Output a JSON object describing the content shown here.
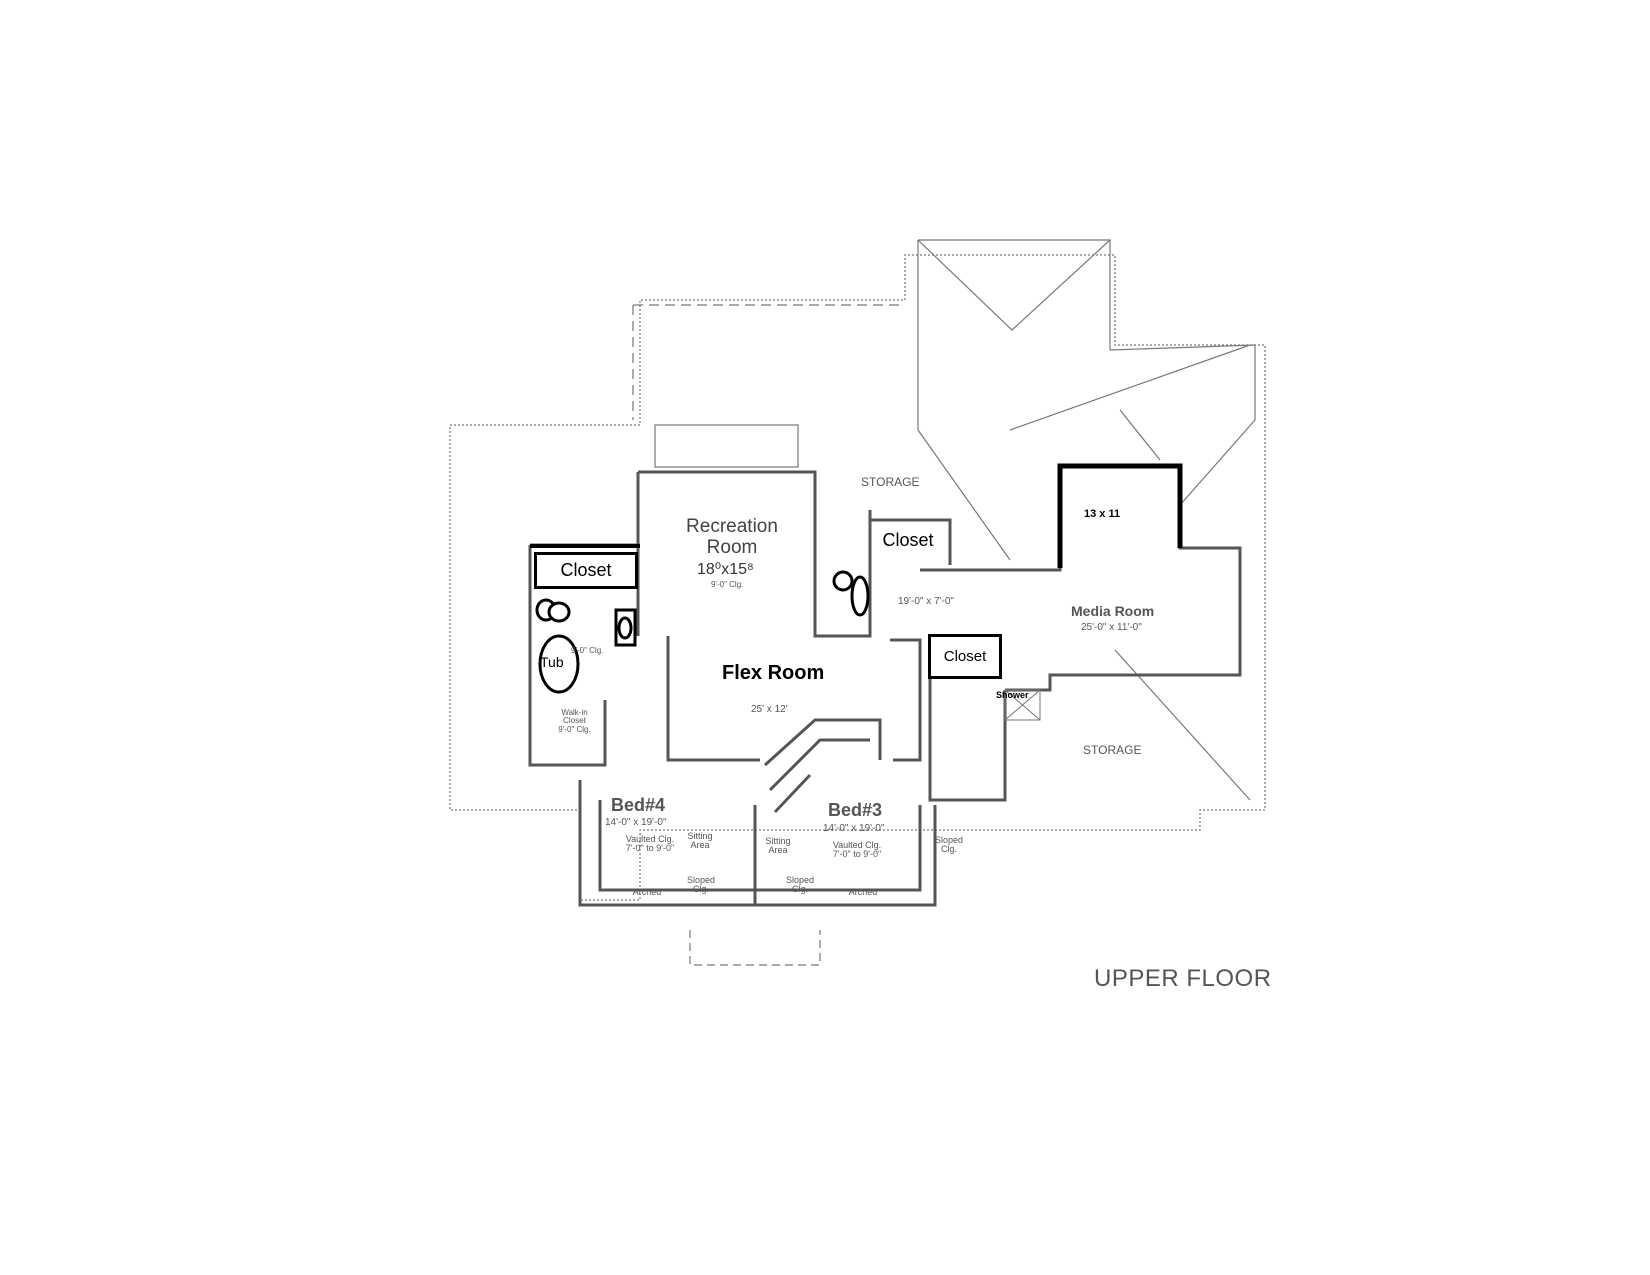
{
  "floor_title": "UPPER FLOOR",
  "rooms": {
    "recreation": {
      "name": "Recreation\nRoom",
      "dims": "18⁰x15⁸",
      "clg": "9'-0\" Clg."
    },
    "flex": {
      "name": "Flex Room",
      "dims": "25' x 12'"
    },
    "media": {
      "name": "Media Room",
      "dims": "25'-0\" x 11'-0\""
    },
    "added_room": {
      "dims": "13 x 11"
    },
    "hall_closet": {
      "dims": "19'-0\" x 7'-0\""
    },
    "bed4": {
      "name": "Bed#4",
      "dims": "14'-0\" x 19'-0\"",
      "clg": "Vaulted Clg.\n7'-0\" to 9'-0\"",
      "sitting": "Sitting\nArea"
    },
    "bed3": {
      "name": "Bed#3",
      "dims": "14'-0\" x 19'-0\"",
      "clg": "Vaulted Clg.\n7'-0\" to 9'-0\"",
      "sitting": "Sitting\nArea"
    },
    "walkin": {
      "name": "Walk-in\nCloset\n9'-0\" Clg."
    },
    "bath_clg": "9'-0\" Clg."
  },
  "storage": [
    "STORAGE",
    "STORAGE"
  ],
  "closets": [
    "Closet",
    "Closet",
    "Closet"
  ],
  "fixtures": {
    "tub": "Tub",
    "shower": "Shower"
  },
  "misc": {
    "sloped_clg": "Sloped\nClg.",
    "arched": "Arched"
  }
}
